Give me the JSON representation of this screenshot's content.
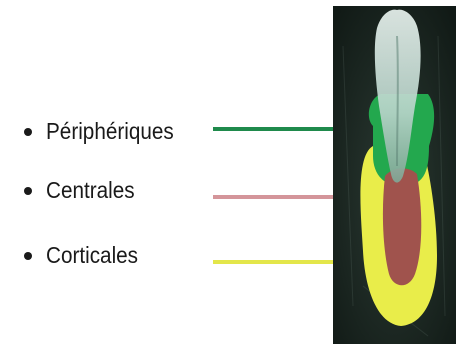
{
  "legend": {
    "items": [
      {
        "label": "Périphériques",
        "color": "#1f8a4c"
      },
      {
        "label": "Centrales",
        "color": "#d4959a"
      },
      {
        "label": "Corticales",
        "color": "#e3e64a"
      }
    ]
  },
  "image": {
    "icon": "dental-radiograph",
    "background_color": "#1d2a24",
    "tooth_color": "#cfe3dc",
    "zone_colors": {
      "peripheral": "#23a84e",
      "central": "#a0534d",
      "cortical": "#e9ed4a"
    }
  }
}
